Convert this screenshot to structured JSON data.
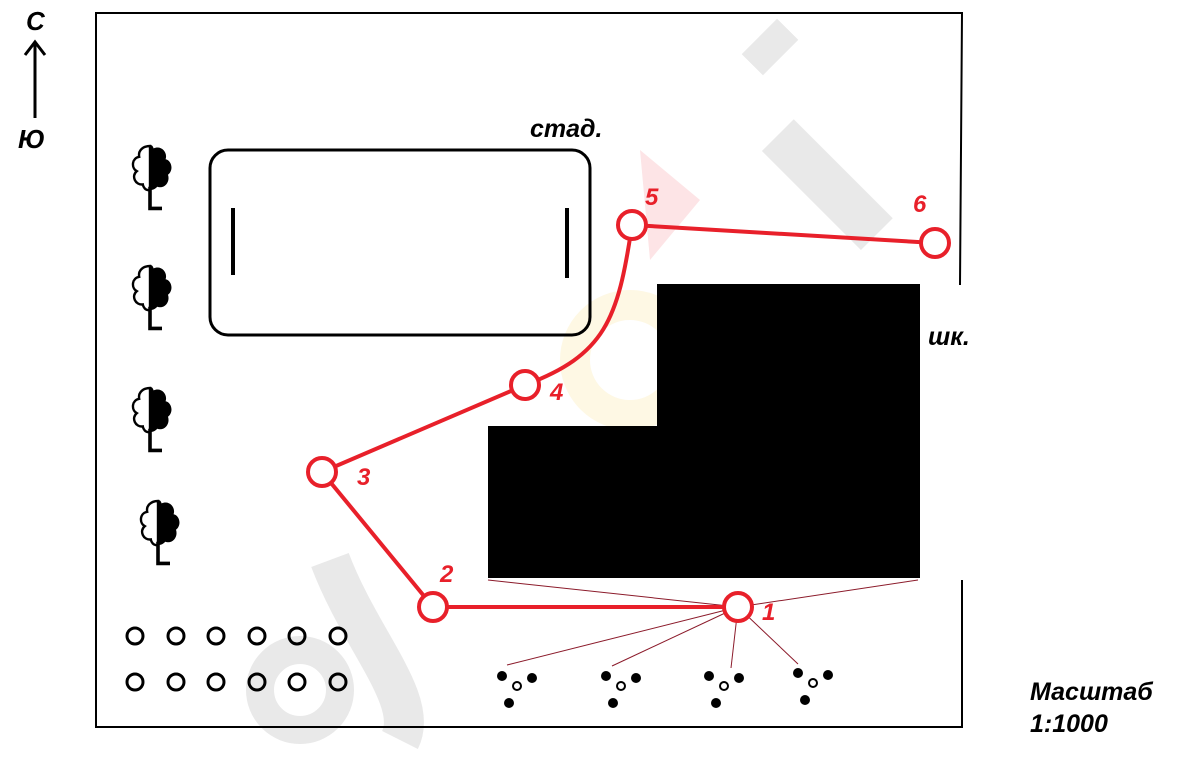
{
  "compass": {
    "north": "С",
    "south": "Ю"
  },
  "labels": {
    "stadium": "стад.",
    "school": "шк."
  },
  "scale": {
    "title": "Масштаб",
    "value": "1:1000"
  },
  "route": {
    "color": "#e8202a",
    "points": [
      {
        "label": "1"
      },
      {
        "label": "2"
      },
      {
        "label": "3"
      },
      {
        "label": "4"
      },
      {
        "label": "5"
      },
      {
        "label": "6"
      }
    ]
  },
  "colors": {
    "ink": "#000000",
    "route": "#e8202a",
    "sightline": "#8b1a2a"
  },
  "symbols": [
    "tree-icon",
    "bush-icon",
    "shrub-icon"
  ]
}
